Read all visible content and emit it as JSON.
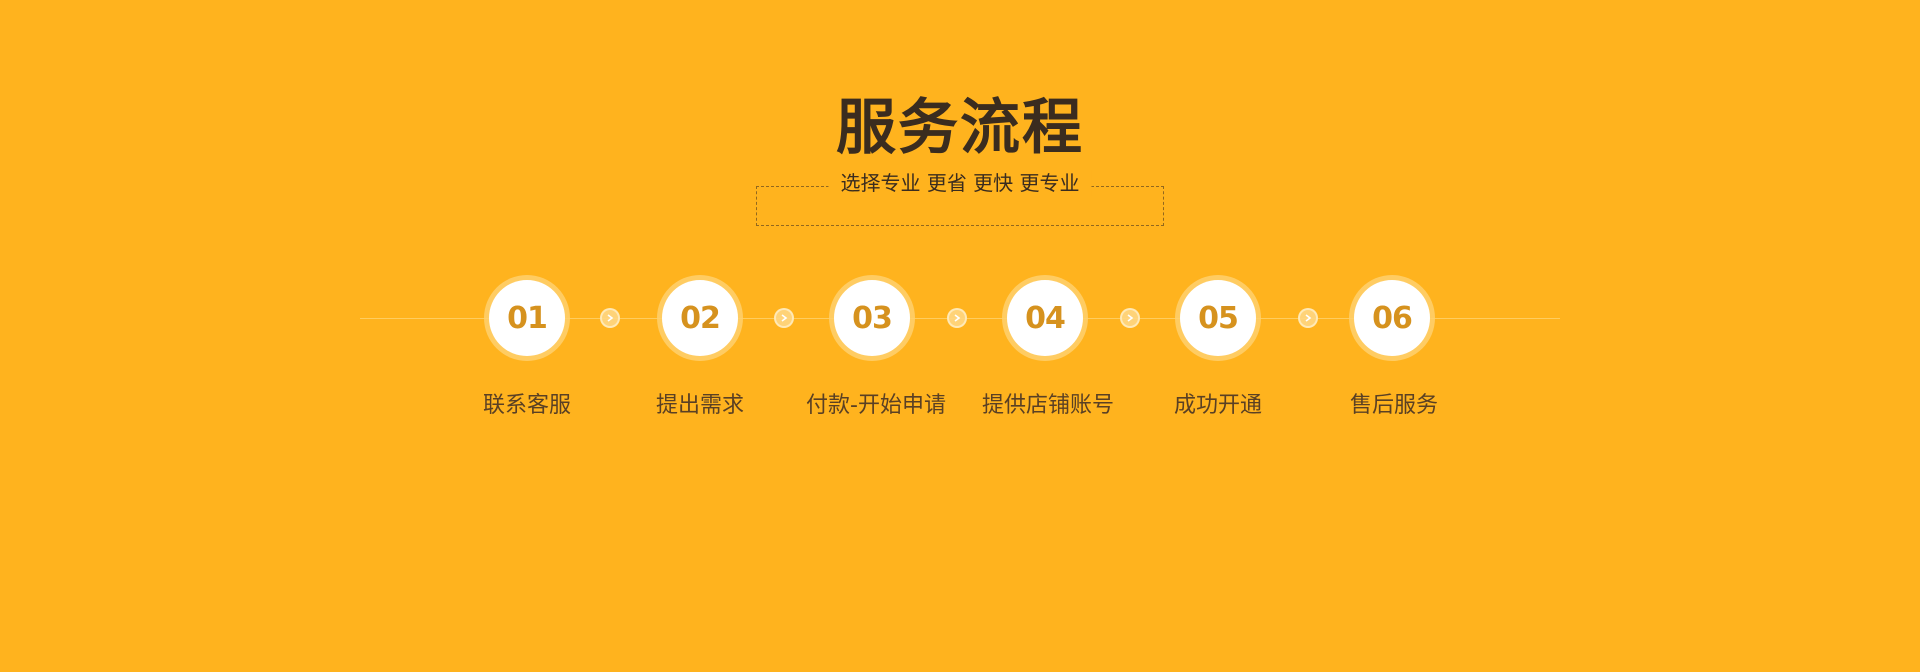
{
  "header": {
    "title": "服务流程",
    "subtitle": "选择专业 更省 更快 更专业"
  },
  "colors": {
    "background": "#FFB31E",
    "title": "#3A2C1F",
    "step_number": "#D6921E",
    "step_circle": "#FFFFFF"
  },
  "steps": [
    {
      "number": "01",
      "label": "联系客服"
    },
    {
      "number": "02",
      "label": "提出需求"
    },
    {
      "number": "03",
      "label": "付款-开始申请"
    },
    {
      "number": "04",
      "label": "提供店铺账号"
    },
    {
      "number": "05",
      "label": "成功开通"
    },
    {
      "number": "06",
      "label": "售后服务"
    }
  ],
  "icons": {
    "connector": "chevron-right-icon"
  }
}
